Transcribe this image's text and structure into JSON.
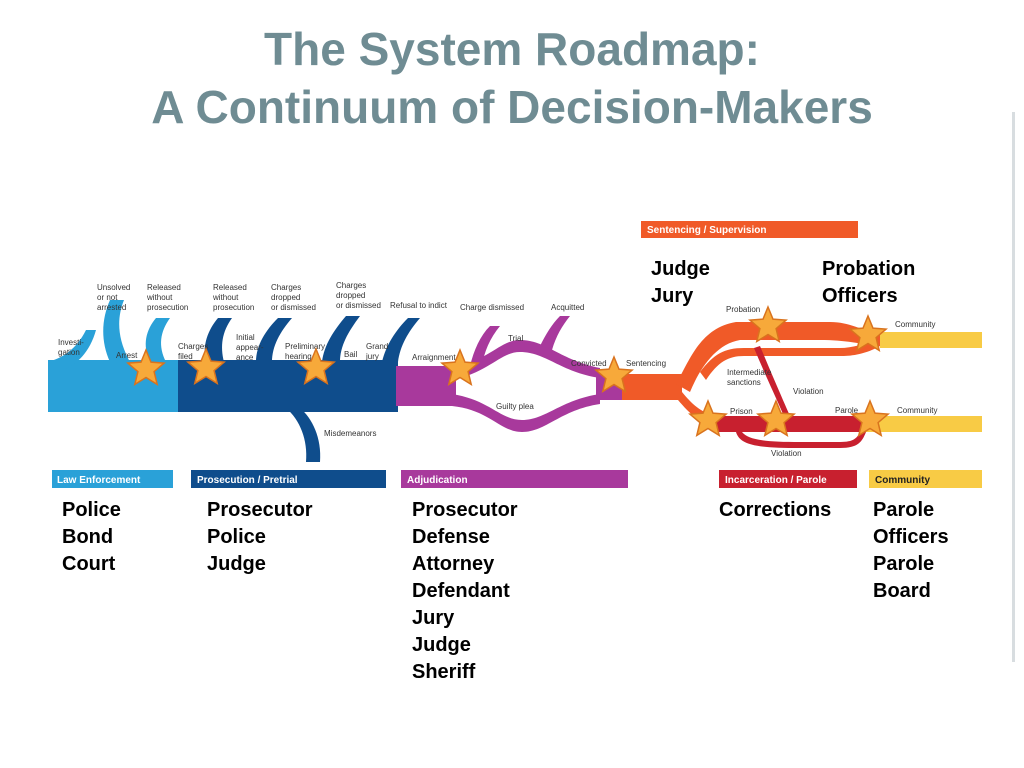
{
  "title": {
    "line1": "The System Roadmap:",
    "line2": "A Continuum of Decision-Makers"
  },
  "colors": {
    "title": "#6f8c93",
    "law_enforcement": "#2aa1d8",
    "prosecution": "#0f4d8c",
    "adjudication": "#a8399c",
    "sentencing": "#f05a28",
    "incarceration": "#c8202f",
    "community": "#f8cb45",
    "star_fill": "#f7a93a",
    "star_stroke": "#d9731e"
  },
  "stages": {
    "law_enforcement": "Law Enforcement",
    "prosecution": "Prosecution / Pretrial",
    "adjudication": "Adjudication",
    "sentencing": "Sentencing / Supervision",
    "incarceration": "Incarceration / Parole",
    "community": "Community"
  },
  "labels": {
    "unsolved": [
      "Unsolved",
      "or not",
      "arrested"
    ],
    "released_without_prosecution": [
      "Released",
      "without",
      "prosecution"
    ],
    "released_without_prosecution_2": [
      "Released",
      "without",
      "prosecution"
    ],
    "charges_dropped_1": [
      "Charges",
      "dropped",
      "or dismissed"
    ],
    "charges_dropped_2": [
      "Charges",
      "dropped",
      "or dismissed"
    ],
    "refusal_to_indict": "Refusal to indict",
    "charge_dismissed": "Charge dismissed",
    "acquitted": "Acquitted",
    "investigation": [
      "Investi-",
      "gation"
    ],
    "arrest": "Arrest",
    "charges_filed": [
      "Charges",
      "filed"
    ],
    "initial_appearance": [
      "Initial",
      "appear-",
      "ance"
    ],
    "preliminary_hearing": [
      "Preliminary",
      "hearing"
    ],
    "bail": "Bail",
    "grand_jury": [
      "Grand",
      "jury"
    ],
    "arraignment": "Arraignment",
    "trial": "Trial",
    "guilty_plea": "Guilty plea",
    "convicted": "Convicted",
    "sentencing": "Sentencing",
    "misdemeanors": "Misdemeanors",
    "probation": "Probation",
    "intermediate_sanctions": [
      "Intermediate",
      "sanctions"
    ],
    "violation_upper": "Violation",
    "violation_lower": "Violation",
    "prison": "Prison",
    "parole": "Parole",
    "community_upper": "Community",
    "community_lower": "Community"
  },
  "decision_makers": {
    "sentencing_judge": [
      "Judge",
      "Jury"
    ],
    "probation_officers": [
      "Probation",
      "Officers"
    ],
    "law_enforcement": [
      "Police",
      "Bond",
      "Court"
    ],
    "prosecution": [
      "Prosecutor",
      "Police",
      "Judge"
    ],
    "adjudication": [
      "Prosecutor",
      "Defense",
      "Attorney",
      "Defendant",
      "Jury",
      "Judge",
      "Sheriff"
    ],
    "corrections": [
      "Corrections"
    ],
    "parole": [
      "Parole",
      "Officers",
      "Parole",
      "Board"
    ]
  },
  "decision_points": [
    "Arrest",
    "Charges filed",
    "Preliminary hearing",
    "Arraignment",
    "Sentencing",
    "Probation",
    "Community",
    "Prison",
    "Parole",
    "Community"
  ]
}
